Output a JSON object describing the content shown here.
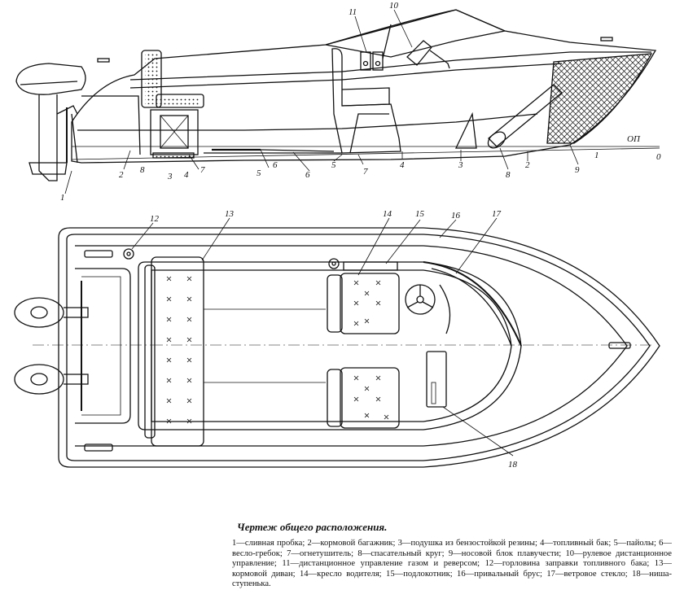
{
  "side_view": {
    "labels": {
      "l1a": "1",
      "l2a": "2",
      "l8a": "8",
      "l3": "3",
      "l4a": "4",
      "l7a": "7",
      "l5a": "5",
      "l6a": "6",
      "l6b": "6",
      "l5b": "5",
      "l7b": "7",
      "l4b": "4",
      "l3b": "3",
      "l8b": "8",
      "l2b": "2",
      "l9": "9",
      "l1b": "1",
      "l11": "11",
      "l10": "10",
      "op": "ОП",
      "zero": "0"
    }
  },
  "plan_view": {
    "labels": {
      "l12": "12",
      "l13": "13",
      "l14": "14",
      "l15": "15",
      "l16": "16",
      "l17": "17",
      "l18": "18"
    }
  },
  "caption": {
    "title": "Чертеж общего расположения.",
    "text": "1—сливная пробка; 2—кормовой багажник; 3—подушка из бензостойкой резины; 4—топливный бак; 5—пайолы; 6—весло-гребок; 7—огнетушитель; 8—спасательный круг; 9—носовой блок плавучести; 10—рулевое дистанционное управление; 11—дистанционное управление газом и реверсом; 12—горловина заправки топливного бака; 13—кормовой диван; 14—кресло водителя; 15—подлокотник; 16—привальный брус; 17—ветровое стекло; 18—ниша-ступенька."
  }
}
